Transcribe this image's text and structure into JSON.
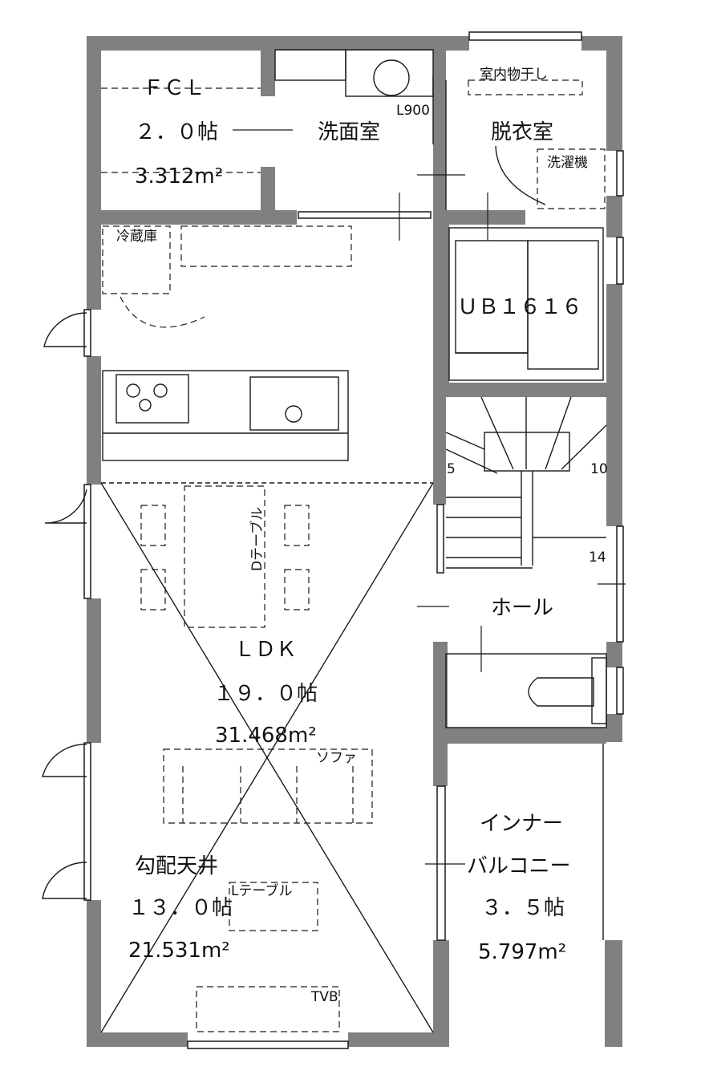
{
  "colors": {
    "wall": "#808080",
    "line": "#1a1a1a",
    "fill": "#ffffff"
  },
  "rooms": {
    "fcl": {
      "name": "ＦＣＬ",
      "size": "２．０帖",
      "area": "3.312m²"
    },
    "washroom": {
      "name": "洗面室",
      "note": "L900"
    },
    "dressing": {
      "name": "脱衣室",
      "dryer": "室内物干し",
      "washer": "洗濯機"
    },
    "bath": {
      "name": "ＵＢ１６１６"
    },
    "ldk": {
      "name": "ＬＤＫ",
      "size": "１９．０帖",
      "area": "31.468m²",
      "fridge": "冷蔵庫",
      "dining_table": "Dテーブル",
      "sofa": "ソファ"
    },
    "slope": {
      "name": "勾配天井",
      "size": "１３．０帖",
      "area": "21.531m²",
      "low_table": "Lテーブル",
      "tv": "TVB"
    },
    "hall": {
      "name": "ホール"
    },
    "balcony": {
      "line1": "インナー",
      "line2": "バルコニー",
      "size": "３．５帖",
      "area": "5.797m²"
    },
    "stairs": {
      "step_a": "5",
      "step_b": "10",
      "step_c": "14"
    }
  }
}
